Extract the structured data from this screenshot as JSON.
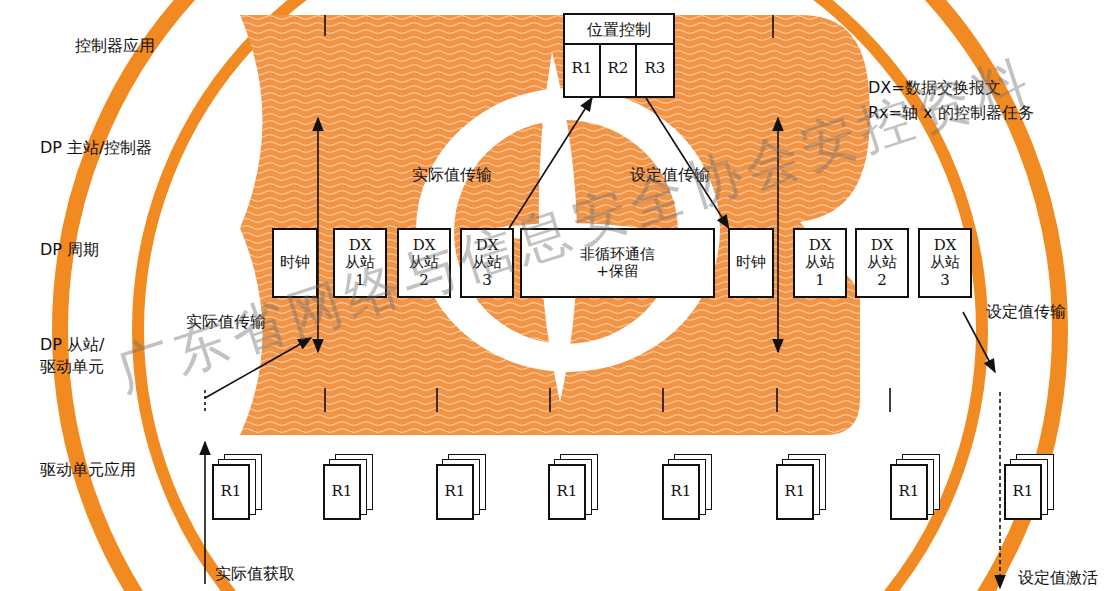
{
  "diagram": {
    "nodes": [
      {
        "text": [
          "位置控制"
        ]
      },
      {
        "text": [
          "R1"
        ],
        "in": 0
      },
      {
        "text": [
          "R2"
        ],
        "in": 0
      },
      {
        "text": [
          "R3"
        ],
        "in": 0
      },
      {
        "text": [
          "时钟"
        ]
      },
      {
        "text": [
          "DX 从站 1"
        ]
      },
      {
        "text": [
          "DX 从站 2"
        ]
      },
      {
        "text": [
          "DX 从站 3"
        ]
      },
      {
        "text": [
          "非循环通信 +保留"
        ]
      },
      {
        "text": [
          "时钟"
        ]
      },
      {
        "text": [
          "DX 从站 1"
        ]
      },
      {
        "text": [
          "DX 从站 2"
        ]
      },
      {
        "text": [
          "DX 从站 3"
        ]
      },
      {
        "text": [
          "R1"
        ]
      },
      {
        "text": [
          "R1"
        ]
      },
      {
        "text": [
          "R1"
        ]
      },
      {
        "text": [
          "R1"
        ]
      },
      {
        "text": [
          "R1"
        ]
      },
      {
        "text": [
          "R1"
        ]
      },
      {
        "text": [
          "R1"
        ]
      },
      {
        "text": [
          "R1"
        ]
      }
    ],
    "edges": [
      {
        "from": 7,
        "to": 0,
        "arrow": "to"
      },
      {
        "from": 0,
        "to": 9,
        "arrow": "to"
      }
    ],
    "labels": [
      "控制器应用",
      "DP 主站/控制器",
      "DP 周期",
      "DP 从站/ 驱动单元",
      "驱动单元应用",
      "DX=数据交换报文",
      "Rx=轴 x 的控制器任务",
      "实际值传输",
      "设定值传输",
      "实际值传输",
      "设定值传输",
      "实际值获取",
      "设定值激活",
      "广东省网络与信息安全协会安控资料"
    ]
  }
}
